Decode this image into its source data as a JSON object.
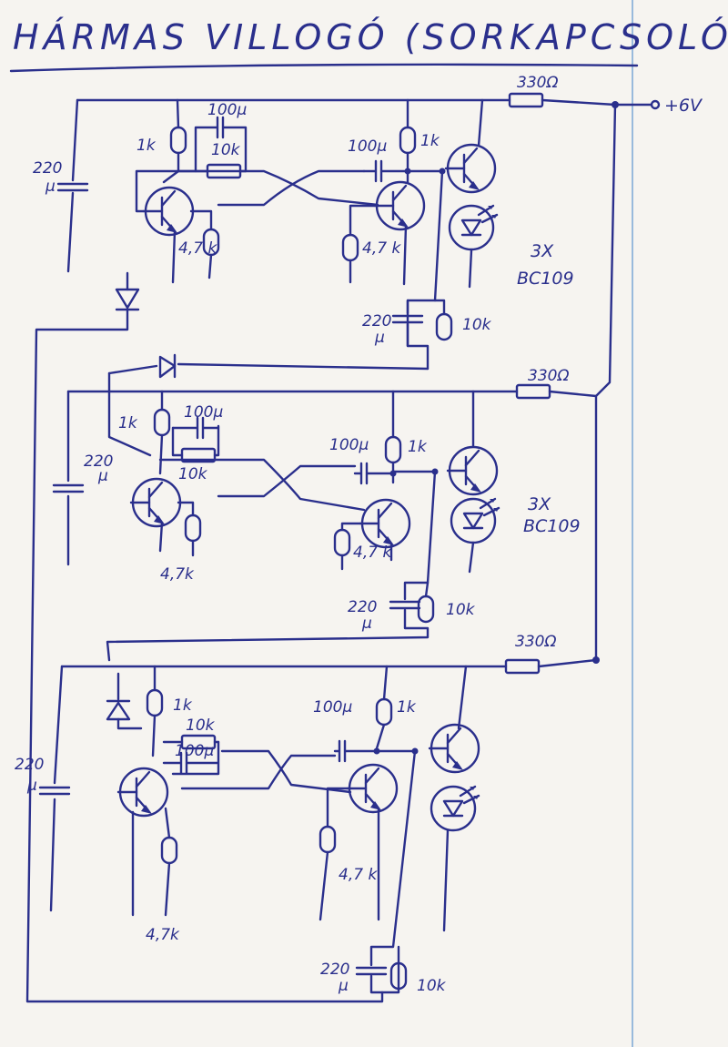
{
  "title": "HÁRMAS VILLOGÓ (SORKAPCSOLÓ)",
  "supply": "+6V",
  "stages": [
    {
      "r_led": "330Ω",
      "r_collector_left": "1k",
      "cap_cross_left": "100µ",
      "r_base_left": "10k",
      "r_emitter_left": "4,7 k",
      "cap_cross_right": "100µ",
      "r_collector_right": "1k",
      "r_emitter_right": "4,7 k",
      "cap_supply_value": "220",
      "cap_supply_unit": "µ",
      "cap_timing_value": "220",
      "cap_timing_unit": "µ",
      "r_timing": "10k",
      "transistor_note_line1": "3X",
      "transistor_note_line2": "BC109"
    },
    {
      "r_led": "330Ω",
      "r_collector_left": "1k",
      "cap_cross_left": "100µ",
      "r_base_left": "10k",
      "r_emitter_left": "4,7k",
      "cap_cross_right": "100µ",
      "r_collector_right": "1k",
      "r_emitter_right": "4,7 k",
      "cap_supply_value": "220",
      "cap_supply_unit": "µ",
      "cap_timing_value": "220",
      "cap_timing_unit": "µ",
      "r_timing": "10k",
      "transistor_note_line1": "3X",
      "transistor_note_line2": "BC109"
    },
    {
      "r_led": "330Ω",
      "r_collector_left": "1k",
      "r_base_left": "10k",
      "cap_cross_left": "100µ",
      "r_emitter_left": "4,7k",
      "cap_cross_right": "100µ",
      "r_collector_right": "1k",
      "r_emitter_right": "4,7 k",
      "cap_supply_value": "220",
      "cap_supply_unit": "µ",
      "cap_timing_value": "220",
      "cap_timing_unit": "µ",
      "r_timing": "10k"
    }
  ],
  "colors": {
    "ink": "#2a2f8c",
    "paper": "#f6f4f0",
    "margin": "#7aa7d6"
  }
}
